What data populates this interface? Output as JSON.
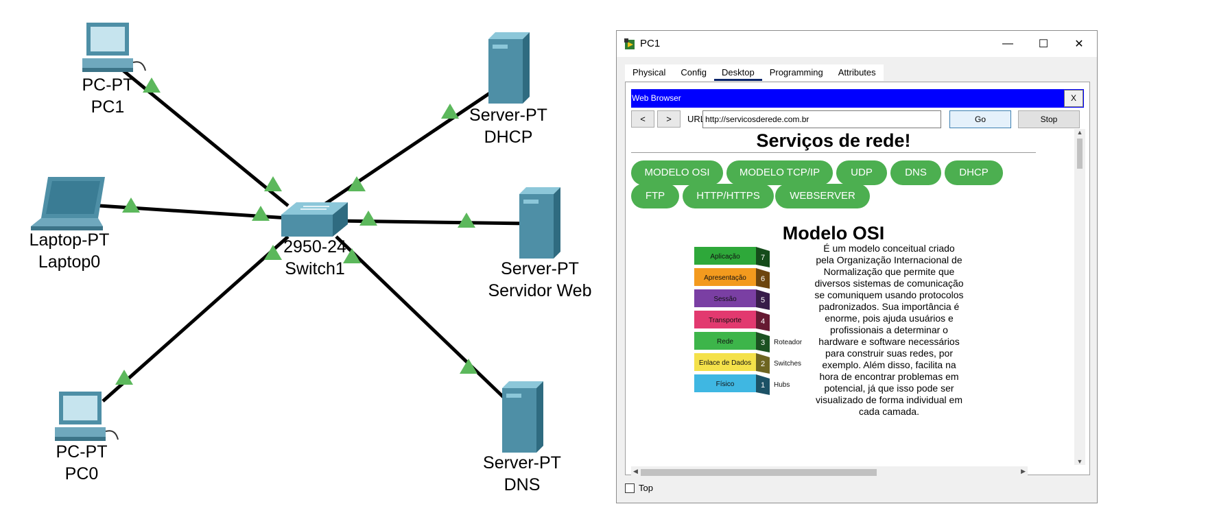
{
  "topology": {
    "devices": [
      {
        "model": "PC-PT",
        "name": "PC1"
      },
      {
        "model": "Server-PT",
        "name": "DHCP"
      },
      {
        "model": "Laptop-PT",
        "name": "Laptop0"
      },
      {
        "model": "2950-24",
        "name": "Switch1"
      },
      {
        "model": "Server-PT",
        "name": "Servidor Web"
      },
      {
        "model": "PC-PT",
        "name": "PC0"
      },
      {
        "model": "Server-PT",
        "name": "DNS"
      }
    ],
    "link_light_color": "#5cb85c",
    "cable_color": "#000000"
  },
  "window": {
    "title": "PC1",
    "tabs": [
      "Physical",
      "Config",
      "Desktop",
      "Programming",
      "Attributes"
    ],
    "active_tab": "Desktop",
    "controls": {
      "minimize": "—",
      "maximize": "☐",
      "close": "✕"
    }
  },
  "browser": {
    "title": "Web Browser",
    "close_label": "X",
    "back_label": "<",
    "forward_label": ">",
    "url_label": "URL",
    "url_value": "http://servicosderede.com.br",
    "go_label": "Go",
    "stop_label": "Stop",
    "titlebar_color": "#0000ff"
  },
  "page": {
    "title": "Serviços de rede!",
    "nav": [
      "MODELO OSI",
      "MODELO TCP/IP",
      "UDP",
      "DNS",
      "DHCP",
      "FTP",
      "HTTP/HTTPS",
      "WEBSERVER"
    ],
    "nav_color": "#4caf50",
    "section_title": "Modelo OSI",
    "osi_layers": [
      {
        "name": "Aplicação",
        "num": "7",
        "color": "#2ea83a",
        "side": ""
      },
      {
        "name": "Apresentação",
        "num": "6",
        "color": "#f39a1e",
        "side": ""
      },
      {
        "name": "Sessão",
        "num": "5",
        "color": "#7a3fa3",
        "side": ""
      },
      {
        "name": "Transporte",
        "num": "4",
        "color": "#e2396f",
        "side": ""
      },
      {
        "name": "Rede",
        "num": "3",
        "color": "#3db54a",
        "side": "Roteador"
      },
      {
        "name": "Enlace de Dados",
        "num": "2",
        "color": "#f4e14a",
        "side": "Switches"
      },
      {
        "name": "Físico",
        "num": "1",
        "color": "#3fb7e2",
        "side": "Hubs"
      }
    ],
    "osi_text": "É um modelo conceitual criado pela Organização Internacional de Normalização que permite que diversos sistemas de comunicação se comuniquem usando protocolos padronizados. Sua importância é enorme, pois ajuda usuários e profissionais a determinar o hardware e software necessários para construir suas redes, por exemplo. Além disso, facilita na hora de encontrar problemas em potencial, já que isso pode ser visualizado de forma individual em cada camada."
  },
  "footer": {
    "top_label": "Top"
  }
}
